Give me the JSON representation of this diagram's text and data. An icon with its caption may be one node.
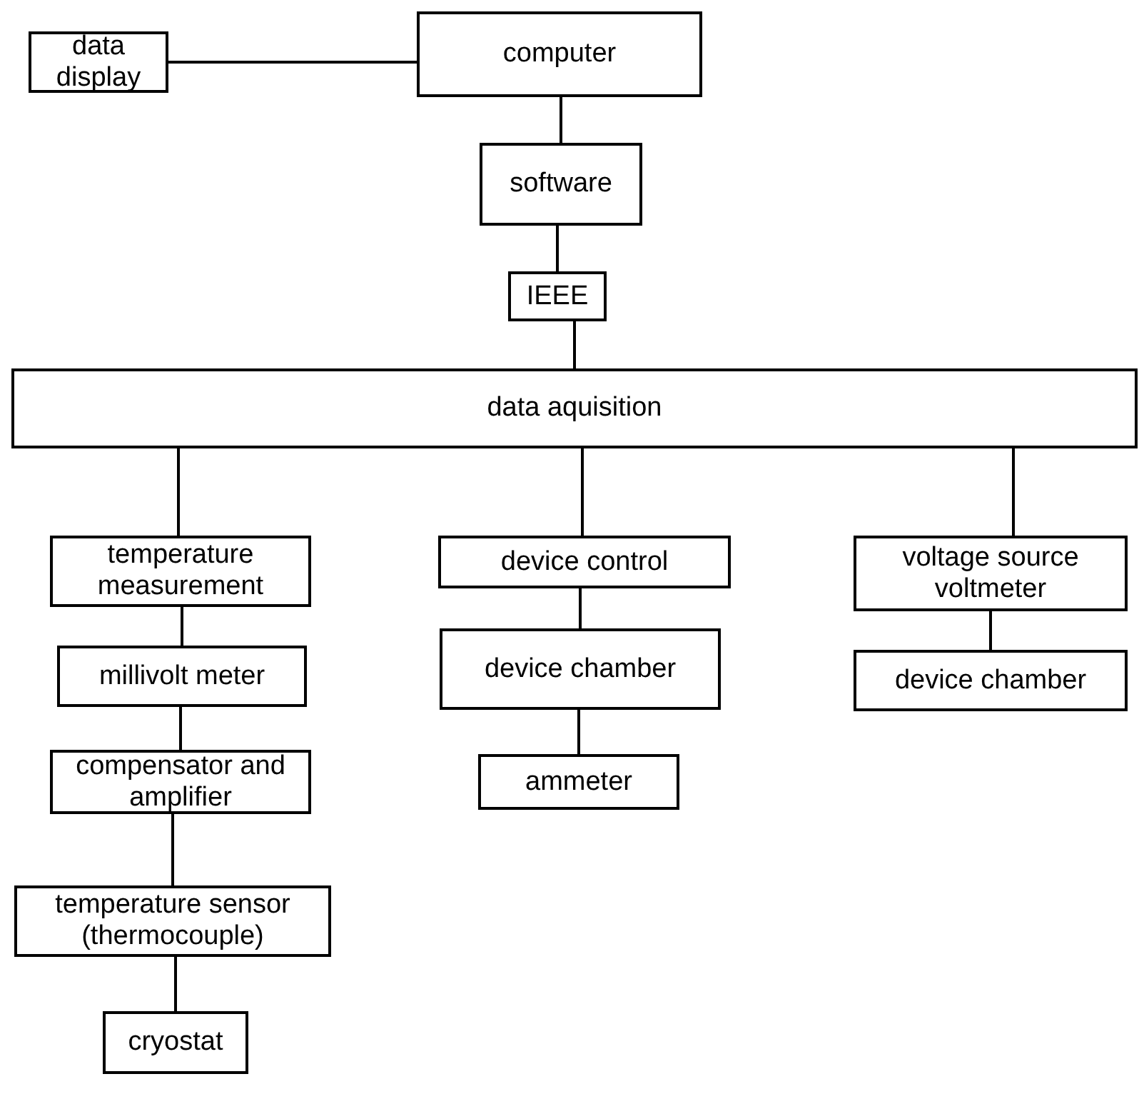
{
  "diagram": {
    "nodes": [
      {
        "text": [
          "data display"
        ]
      },
      {
        "text": [
          "computer"
        ]
      },
      {
        "text": [
          "software"
        ]
      },
      {
        "text": [
          "IEEE"
        ]
      },
      {
        "text": [
          "data aquisition"
        ]
      },
      {
        "text": [
          "temperature measurement"
        ]
      },
      {
        "text": [
          "millivolt meter"
        ]
      },
      {
        "text": [
          "compensator and amplifier"
        ]
      },
      {
        "text": [
          "temperature sensor (thermocouple)"
        ]
      },
      {
        "text": [
          "cryostat"
        ]
      },
      {
        "text": [
          "device control"
        ]
      },
      {
        "text": [
          "device chamber"
        ]
      },
      {
        "text": [
          "ammeter"
        ]
      },
      {
        "text": [
          "voltage source voltmeter"
        ]
      },
      {
        "text": [
          "device chamber"
        ]
      }
    ],
    "edges": [
      {
        "from": 0,
        "to": 1,
        "arrow": "none"
      },
      {
        "from": 1,
        "to": 2,
        "arrow": "none"
      },
      {
        "from": 2,
        "to": 3,
        "arrow": "none"
      },
      {
        "from": 3,
        "to": 4,
        "arrow": "none"
      },
      {
        "from": 4,
        "to": 5,
        "arrow": "none"
      },
      {
        "from": 5,
        "to": 6,
        "arrow": "none"
      },
      {
        "from": 6,
        "to": 7,
        "arrow": "none"
      },
      {
        "from": 7,
        "to": 8,
        "arrow": "none"
      },
      {
        "from": 8,
        "to": 9,
        "arrow": "none"
      },
      {
        "from": 4,
        "to": 10,
        "arrow": "none"
      },
      {
        "from": 10,
        "to": 11,
        "arrow": "none"
      },
      {
        "from": 11,
        "to": 12,
        "arrow": "none"
      },
      {
        "from": 4,
        "to": 13,
        "arrow": "none"
      },
      {
        "from": 13,
        "to": 14,
        "arrow": "none"
      }
    ]
  }
}
